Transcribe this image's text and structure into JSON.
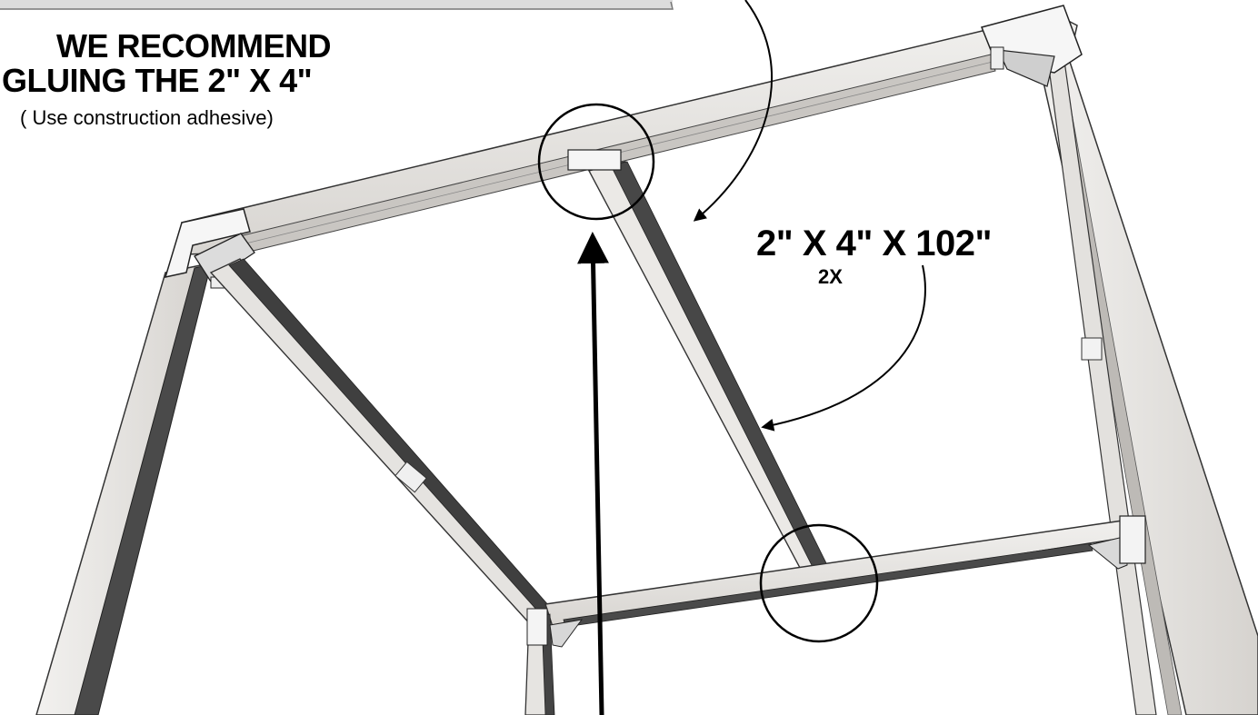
{
  "callouts": {
    "recommend_line1": "WE RECOMMEND",
    "recommend_line2": "GLUING THE 2\" X 4\"",
    "recommend_note": "( Use construction adhesive)",
    "dimension": "2\" X 4\" X 102\"",
    "quantity": "2X"
  },
  "colors": {
    "wood_light": "#e9e7e4",
    "wood_mid": "#d3d0cc",
    "wood_shadow": "#3f3f3f",
    "plate": "#f4f4f4",
    "ink": "#000000"
  },
  "icons": [
    "detail-circle",
    "pointer-arrow"
  ]
}
